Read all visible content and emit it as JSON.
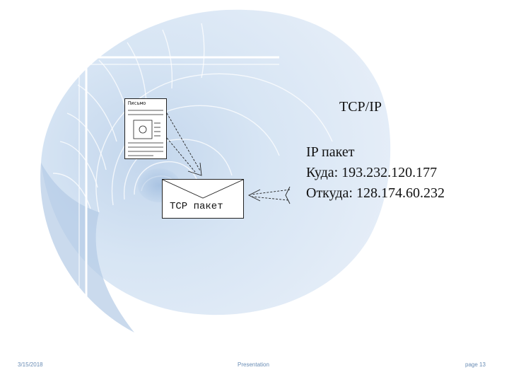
{
  "slide": {
    "title": "TCP/IP",
    "ip_packet": {
      "line1": "IP пакет",
      "line2": "Куда: 193.232.120.177",
      "line3": "Откуда: 128.174.60.232"
    },
    "letter_label": "Письмо",
    "tcp_packet_label": "TCP пакет"
  },
  "footer": {
    "date": "3/15/2018",
    "center": "Presentation",
    "page": "page 13"
  },
  "colors": {
    "shell_light": "#d9e6f4",
    "shell_mid": "#a9c3e1",
    "accent_line": "#ffffff",
    "footer_text": "#6a8db5"
  },
  "icons": [
    "nautilus-shell-background",
    "letter-document-icon",
    "envelope-icon",
    "arrow-icon"
  ]
}
